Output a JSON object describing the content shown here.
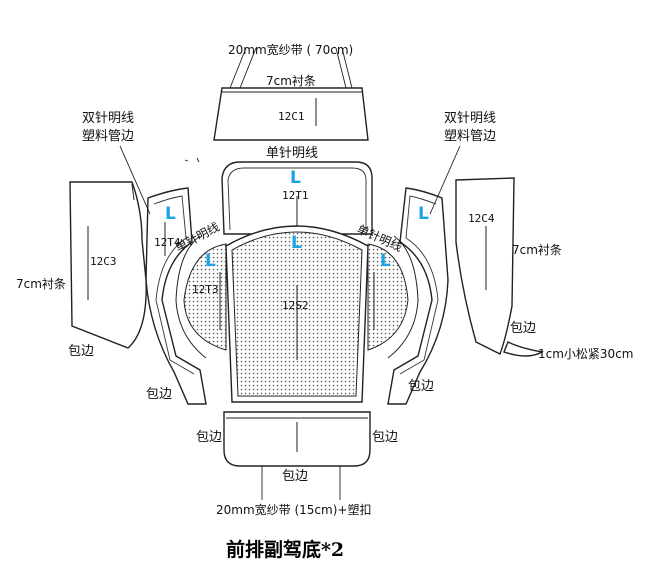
{
  "title": "前排副驾底*2",
  "colors": {
    "l_mark": "#1aa3e8",
    "line": "#222222",
    "dot_fill": "#c8c8c8"
  },
  "labels": {
    "top_strap": "20mm宽纱带 ( 70cm)",
    "lining_top": "7cm衬条",
    "double_left": [
      "双针明线",
      "塑料管边"
    ],
    "double_right": [
      "双针明线",
      "塑料管边"
    ],
    "single_top": "单针明线",
    "single_left": "单针明线",
    "single_right": "单针明线",
    "lining_left": "7cm衬条",
    "lining_right": "7cm衬条",
    "bind_left": "包边",
    "bind_left2": "包边",
    "bind_right": "包边",
    "bind_right2": "包边",
    "bind_bl": "包边",
    "bind_br": "包边",
    "bind_bottom": "包边",
    "elastic": "1cm小松紧30cm",
    "bottom_strap": "20mm宽纱带 (15cm)+塑扣"
  },
  "pieces": {
    "c1": "12C1",
    "t1": "12T1",
    "t4": "12T4",
    "t3": "12T3",
    "s2": "12S2",
    "c3": "12C3",
    "c4": "12C4"
  },
  "marks": {
    "l1": "L",
    "l2": "L",
    "l3": "L",
    "l4": "L",
    "l5": "L",
    "l6": "L"
  }
}
